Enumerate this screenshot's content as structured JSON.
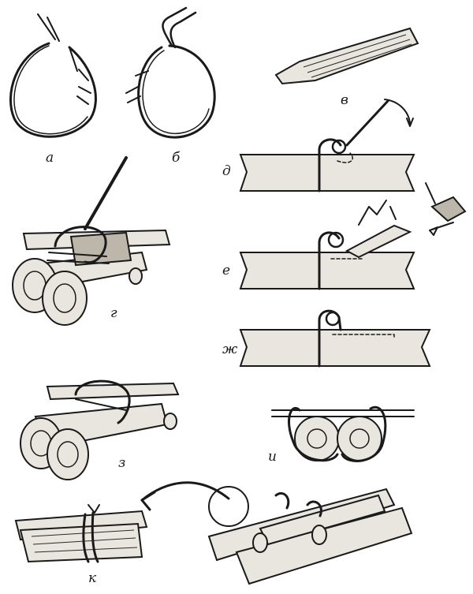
{
  "figure": {
    "labels": {
      "a": "а",
      "b": "б",
      "v": "в",
      "g": "г",
      "d": "д",
      "e": "е",
      "zh": "ж",
      "z": "з",
      "i": "и",
      "k": "к"
    }
  }
}
